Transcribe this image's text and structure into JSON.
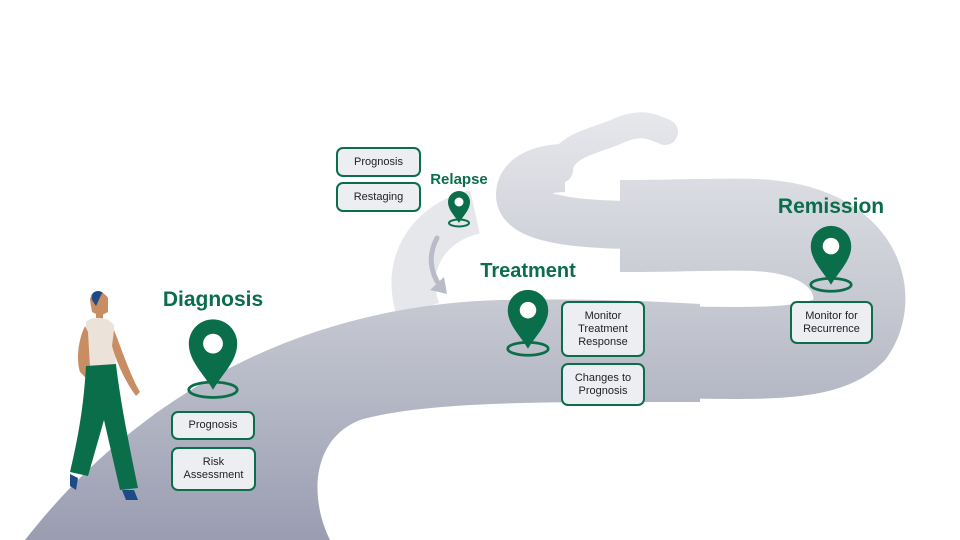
{
  "colors": {
    "accent": "#0b6e4a",
    "road": "#b3b6c4",
    "box_bg": "#eceef1"
  },
  "stages": {
    "relapse": {
      "title": "Relapse",
      "items": [
        "Prognosis",
        "Restaging"
      ]
    },
    "treatment": {
      "title": "Treatment",
      "items": [
        "Monitor\nTreatment\nResponse",
        "Changes to\nPrognosis"
      ]
    },
    "remission": {
      "title": "Remission",
      "items": [
        "Monitor for\nRecurrence"
      ]
    },
    "diagnosis": {
      "title": "Diagnosis",
      "items": [
        "Prognosis",
        "Risk\nAssessment"
      ]
    }
  },
  "icons": {
    "pin": "map-pin-icon",
    "arrow": "curved-arrow-icon",
    "person": "walking-woman-illustration"
  }
}
